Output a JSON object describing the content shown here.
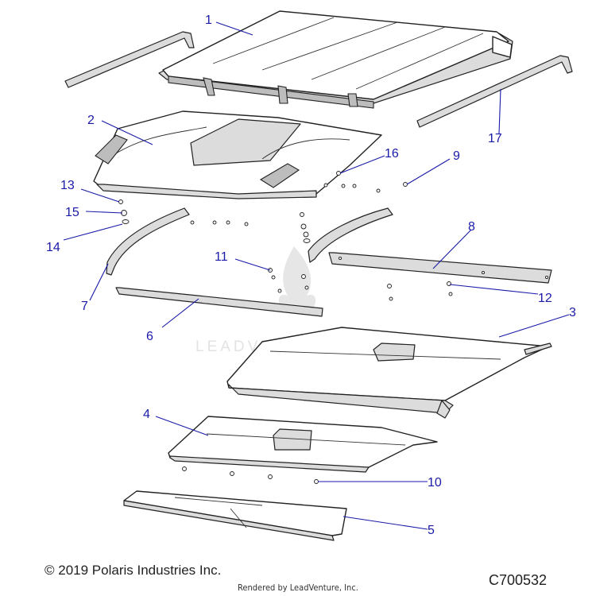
{
  "callouts": {
    "c1": "1",
    "c2": "2",
    "c3": "3",
    "c4": "4",
    "c5": "5",
    "c6": "6",
    "c7": "7",
    "c8": "8",
    "c9": "9",
    "c10": "10",
    "c11": "11",
    "c12": "12",
    "c13": "13",
    "c14": "14",
    "c15": "15",
    "c16": "16",
    "c17": "17"
  },
  "watermark": {
    "text": "LEADVENTURE"
  },
  "footer": {
    "copyright": "© 2019 Polaris Industries Inc.",
    "rendered_by": "Rendered by LeadVenture, Inc.",
    "diagram_code": "C700532"
  },
  "colors": {
    "callout": "#1a1aa8",
    "line": "#222222"
  }
}
